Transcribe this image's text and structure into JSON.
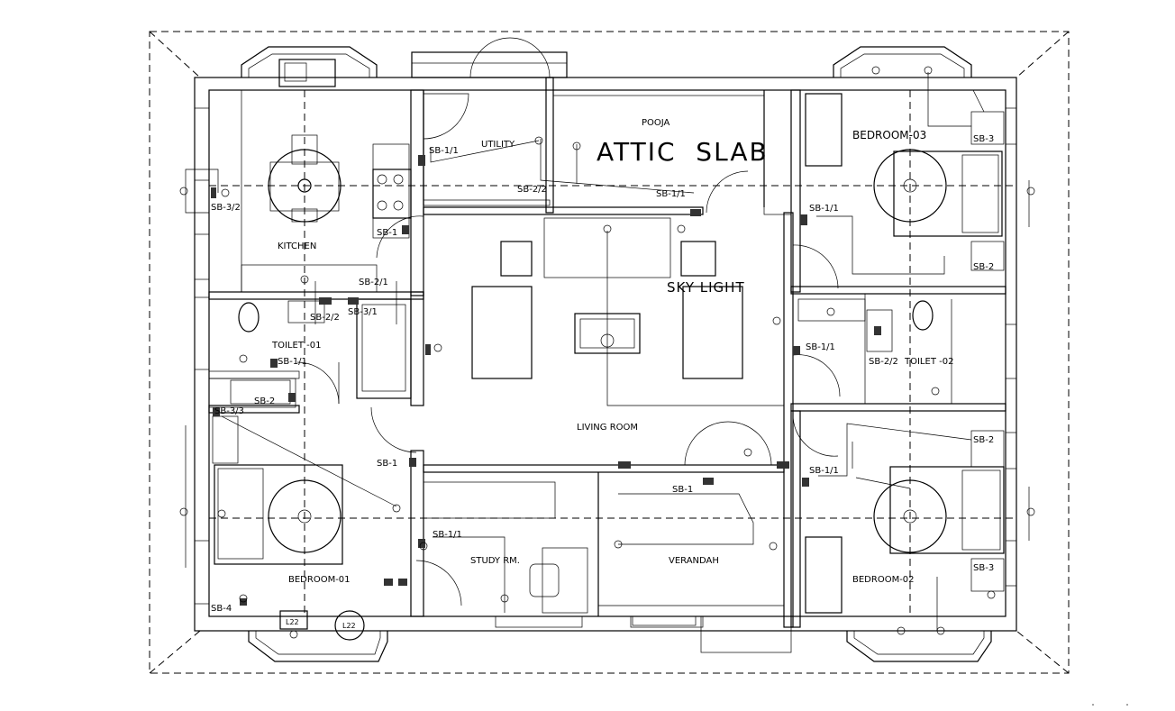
{
  "rooms": {
    "kitchen": "KITCHEN",
    "utility": "UTILITY",
    "pooja": "POOJA",
    "attic": "ATTIC  SLAB",
    "bedroom3": "BEDROOM-03",
    "skylight": "SKY LIGHT",
    "toilet1": "TOILET -01",
    "toilet2": "TOILET -02",
    "living": "LIVING ROOM",
    "bedroom1": "BEDROOM-01",
    "study": "STUDY RM.",
    "verandah": "VERANDAH",
    "bedroom2": "BEDROOM-02"
  },
  "switchboards": {
    "k_sb11": "SB-1/1",
    "k_sb32": "SB-3/2",
    "k_sb22": "SB-2/2",
    "k_sb1": "SB-1",
    "k_sb21": "SB-2/1",
    "p_sb11": "SB-1/1",
    "b3_sb3": "SB-3",
    "b3_sb11": "SB-1/1",
    "b3_sb2": "SB-2",
    "t1_sb22": "SB-2/2",
    "t1_sb31": "SB-3/1",
    "t1_sb11": "SB-1/1",
    "t1_sb2": "SB-2",
    "b1_sb33": "SB-3/3",
    "lv_sb1": "SB-1",
    "st_sb11": "SB-1/1",
    "b1_sb4": "SB-4",
    "t2_sb11": "SB-1/1",
    "t2_sb22": "SB-2/2",
    "vr_sb1": "SB-1",
    "b2_sb2": "SB-2",
    "b2_sb11": "SB-1/1",
    "b2_sb3": "SB-3"
  },
  "tags": {
    "l22a": "L22",
    "l22b": "L22"
  },
  "colors": {
    "line": "#000000",
    "background": "#ffffff"
  }
}
